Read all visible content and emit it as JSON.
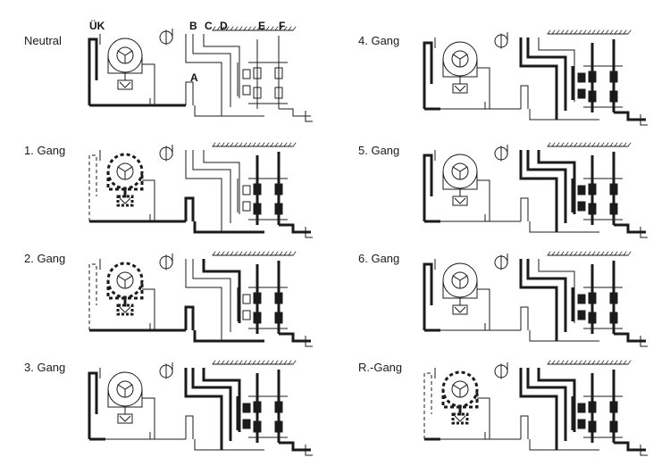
{
  "panels": [
    {
      "label": "Neutral",
      "active": []
    },
    {
      "label": "1. Gang",
      "active": [
        "A",
        "E",
        "F",
        "out"
      ],
      "dashed_converter": true
    },
    {
      "label": "2. Gang",
      "active": [
        "A",
        "D",
        "E",
        "F",
        "out"
      ],
      "dashed_converter": true
    },
    {
      "label": "3. Gang",
      "active": [
        "B",
        "C",
        "D",
        "E",
        "F",
        "out",
        "uk"
      ],
      "dashed_converter": false
    },
    {
      "label": "4. Gang",
      "active": [
        "B",
        "C",
        "E",
        "F",
        "out",
        "uk"
      ],
      "dashed_converter": false
    },
    {
      "label": "5. Gang",
      "active": [
        "B",
        "C",
        "D",
        "E",
        "F",
        "out",
        "uk"
      ],
      "dashed_converter": false
    },
    {
      "label": "6. Gang",
      "active": [
        "B",
        "C",
        "E",
        "F",
        "out",
        "uk"
      ],
      "dashed_converter": false
    },
    {
      "label": "R.-Gang",
      "active": [
        "B",
        "C",
        "D",
        "E",
        "F",
        "out"
      ],
      "dashed_converter": true
    }
  ],
  "callouts": {
    "uk": "ÜK",
    "b": "B",
    "c": "C",
    "d": "D",
    "e": "E",
    "f": "F",
    "a": "A"
  },
  "colors": {
    "line": "#1b1b1b",
    "background": "#ffffff"
  }
}
